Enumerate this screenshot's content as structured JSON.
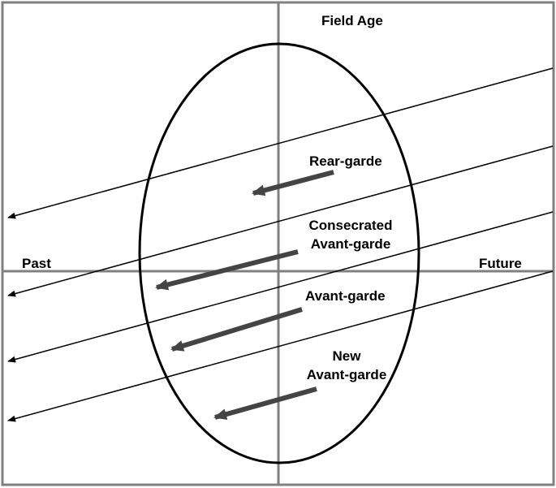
{
  "labels": {
    "top_axis": "Field Age",
    "left_axis": "Past",
    "right_axis": "Future",
    "rear_garde": "Rear-garde",
    "consecrated_line1": "Consecrated",
    "consecrated_line2": "Avant-garde",
    "avant_garde": "Avant-garde",
    "new_line1": "New",
    "new_line2": "Avant-garde"
  },
  "colors": {
    "frame": "#808080",
    "thin_arrow": "#000000",
    "thick_arrow": "#444444",
    "ellipse": "#000000"
  }
}
